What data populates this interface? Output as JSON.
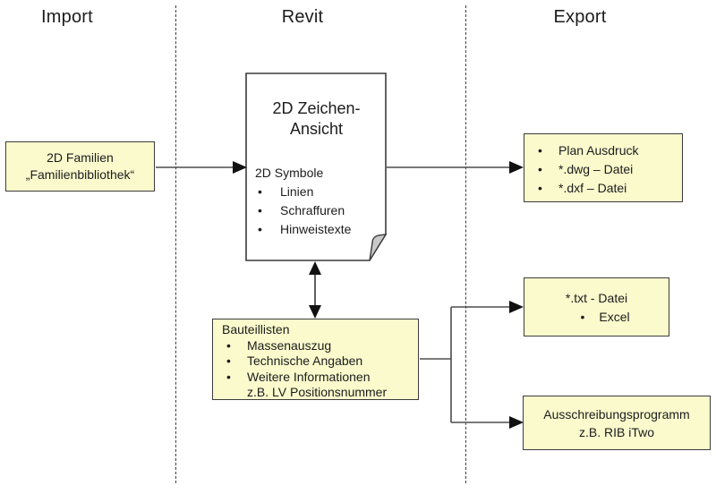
{
  "lanes": {
    "import": "Import",
    "revit": "Revit",
    "export": "Export"
  },
  "icons": {
    "bullet": "•"
  },
  "colors": {
    "box_fill": "#fafacd",
    "box_border": "#3c3c3c",
    "connector_line": "#4d4d4d",
    "arrowhead": "#111111",
    "fold_fill": "#c9c9c9",
    "text": "#1c1c1c"
  },
  "document_node": {
    "title_line1": "2D Zeichen-",
    "title_line2": "Ansicht",
    "heading": "2D Symbole",
    "items": [
      "Linien",
      "Schraffuren",
      "Hinweistexte"
    ]
  },
  "familien_box": {
    "line1": "2D Familien",
    "line2": "„Familienbibliothek“"
  },
  "plan_box": {
    "items": [
      "Plan Ausdruck",
      "*.dwg – Datei",
      "*.dxf – Datei"
    ]
  },
  "txt_box": {
    "title": "*.txt - Datei",
    "item": "Excel"
  },
  "bauteillisten_box": {
    "title": "Bauteillisten",
    "items": [
      "Massenauszug",
      "Technische Angaben",
      "Weitere Informationen"
    ],
    "note": "z.B. LV Positionsnummer"
  },
  "ausschreibung_box": {
    "line1": "Ausschreibungsprogramm",
    "line2": "z.B. RIB iTwo"
  }
}
